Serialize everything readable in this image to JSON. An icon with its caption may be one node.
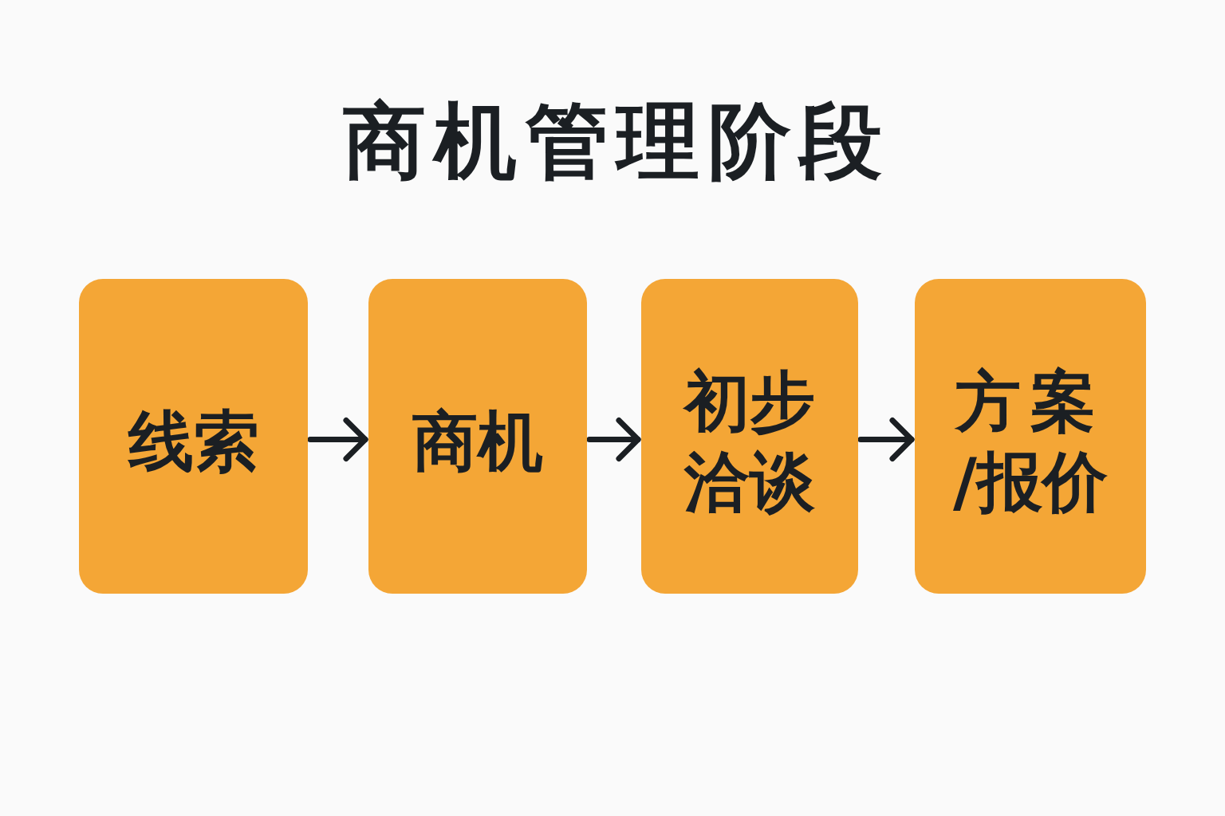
{
  "diagram": {
    "title": "商机管理阶段",
    "nodes": [
      {
        "text": [
          "线索"
        ]
      },
      {
        "text": [
          "商机"
        ]
      },
      {
        "text": [
          "初步洽谈"
        ]
      },
      {
        "text": [
          "方案/报价"
        ]
      }
    ],
    "edges": [
      {
        "from": 0,
        "to": 1,
        "arrow": "to"
      },
      {
        "from": 1,
        "to": 2,
        "arrow": "to"
      },
      {
        "from": 2,
        "to": 3,
        "arrow": "to"
      }
    ]
  }
}
